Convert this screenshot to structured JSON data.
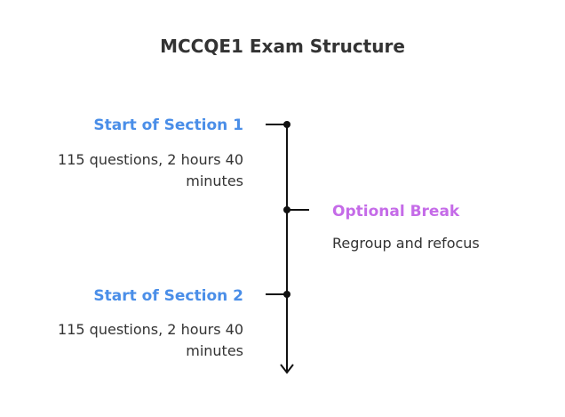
{
  "title": "MCCQE1 Exam Structure",
  "colors": {
    "section": "#4a8ee8",
    "break": "#c56be8",
    "line": "#111111"
  },
  "events": [
    {
      "label": "Start of Section 1",
      "desc_line1": "115 questions, 2 hours 40",
      "desc_line2": "minutes"
    },
    {
      "label": "Optional Break",
      "desc_line1": "Regroup and refocus"
    },
    {
      "label": "Start of Section 2",
      "desc_line1": "115 questions, 2 hours 40",
      "desc_line2": "minutes"
    }
  ]
}
